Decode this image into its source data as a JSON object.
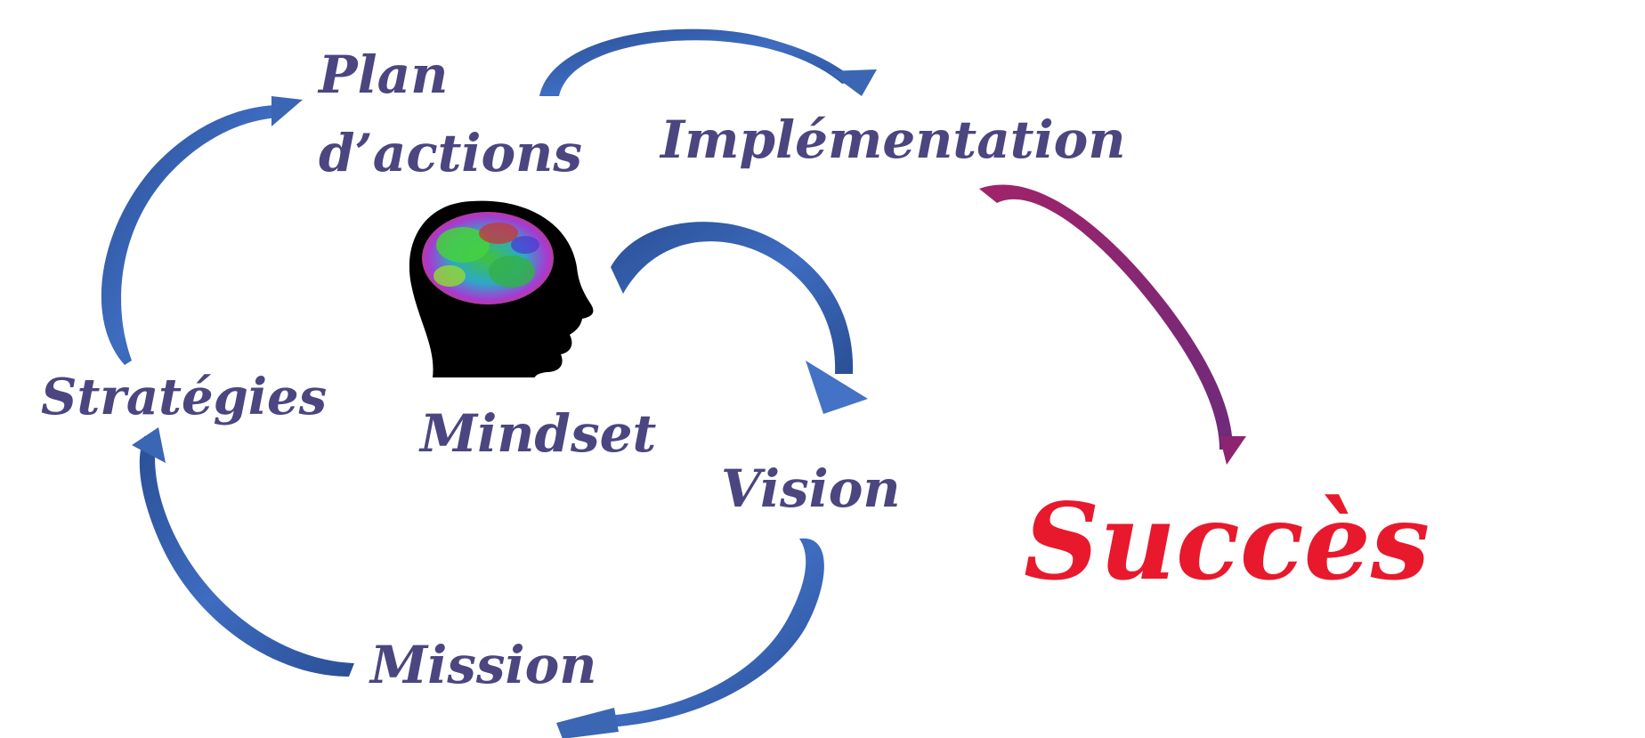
{
  "labels": {
    "plan_line1": "Plan",
    "plan_line2": "d’actions",
    "implementation": "Implémentation",
    "strategies": "Stratégies",
    "mindset": "Mindset",
    "vision": "Vision",
    "mission": "Mission",
    "succes": "Succès"
  },
  "colors": {
    "label_text": "#4b4680",
    "success_text": "#e8192c",
    "cycle_arrow": "#3a66b3",
    "cycle_arrow_dark": "#24478a",
    "success_arrow": "#9b2a6e",
    "head_silhouette": "#000000"
  },
  "icons": {
    "center": "head-with-brain-icon"
  }
}
